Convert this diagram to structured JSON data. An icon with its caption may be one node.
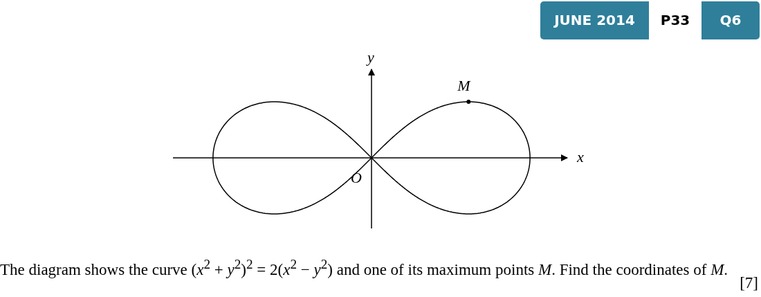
{
  "diagram": {
    "labels": [
      "JUNE 2014",
      "P33",
      "Q6",
      "y",
      "M",
      "x",
      "O",
      "The diagram shows the curve (*x*$^{2}$ + *y*$^{2}$)$^{2}$ = 2(*x*$^{2}$ − *y*$^{2}$) and one of its maximum points *M*. Find the coordinates of *M*.",
      "[7]"
    ]
  }
}
